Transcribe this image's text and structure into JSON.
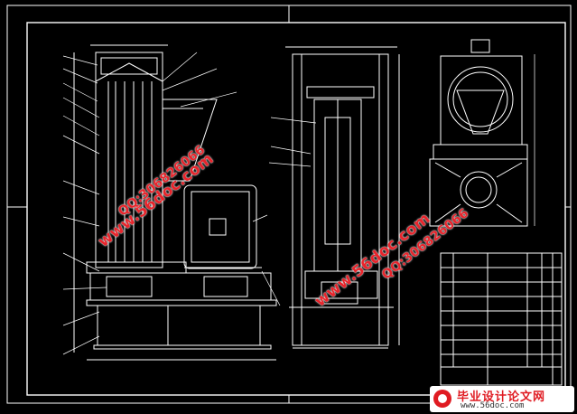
{
  "watermarks": {
    "site_line": "www.56doc.com",
    "qq_line": "QQ:306826066",
    "site_name": "毕业设计论文网"
  },
  "brand": {
    "name": "毕业设计论文网",
    "url": "www.56doc.com"
  },
  "colors": {
    "background": "#000000",
    "linework": "#ffffff",
    "watermark": "#e8242b"
  }
}
